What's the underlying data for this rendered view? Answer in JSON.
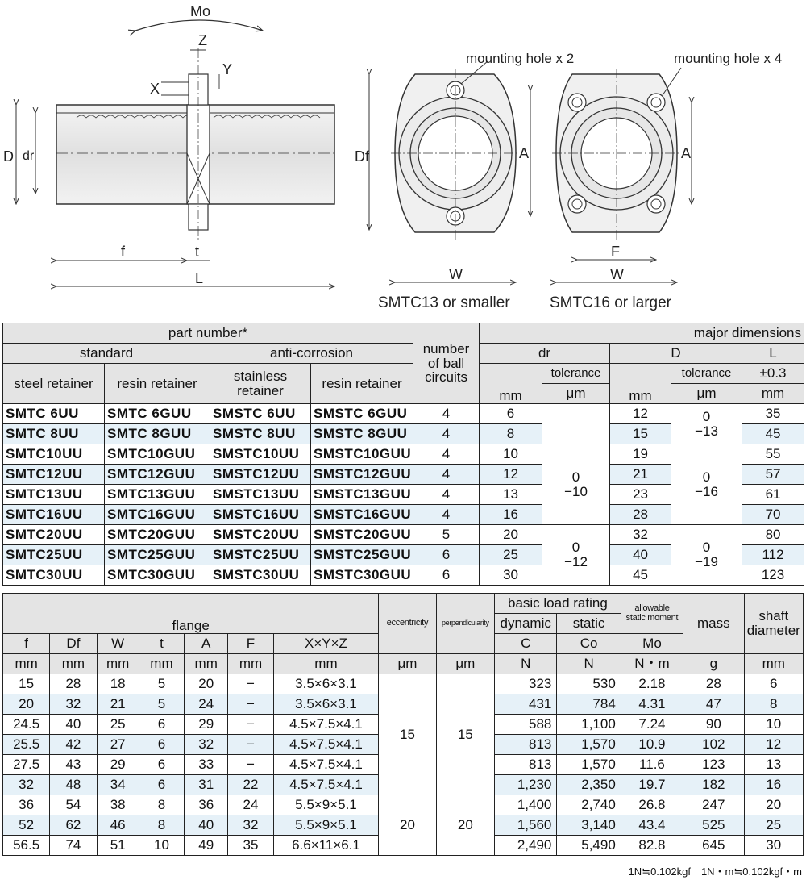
{
  "drawing": {
    "labels": {
      "mo": "Mo",
      "z": "Z",
      "x": "X",
      "y": "Y",
      "d": "D",
      "dr": "dr",
      "df": "Df",
      "f": "f",
      "t": "t",
      "l": "L",
      "a": "A",
      "w": "W",
      "f_flange": "F",
      "mounting_2": "mounting hole x 2",
      "mounting_4": "mounting  hole x 4",
      "caption_small": "SMTC13 or smaller",
      "caption_large": "SMTC16 or larger"
    }
  },
  "table1": {
    "headers": {
      "part_number": "part number*",
      "standard": "standard",
      "anti_corrosion": "anti-corrosion",
      "steel_retainer": "steel retainer",
      "resin_retainer": "resin retainer",
      "stainless_retainer_1": "stainless",
      "stainless_retainer_2": "retainer",
      "resin_retainer_2": "resin retainer",
      "ball_circuits_1": "number",
      "ball_circuits_2": "of ball",
      "ball_circuits_3": "circuits",
      "major_dimensions": "major dimensions",
      "dr": "dr",
      "d": "D",
      "l": "L",
      "tolerance": "tolerance",
      "l_tol": "±0.3",
      "mm": "mm",
      "um": "μm"
    },
    "rows": [
      {
        "steel": "SMTC 6UU",
        "resin": "SMTC 6GUU",
        "stainless": "SMSTC 6UU",
        "resin_ac": "SMSTC 6GUU",
        "circuits": "4",
        "dr": "6",
        "d": "12",
        "l": "35"
      },
      {
        "steel": "SMTC 8UU",
        "resin": "SMTC 8GUU",
        "stainless": "SMSTC 8UU",
        "resin_ac": "SMSTC 8GUU",
        "circuits": "4",
        "dr": "8",
        "d": "15",
        "l": "45"
      },
      {
        "steel": "SMTC10UU",
        "resin": "SMTC10GUU",
        "stainless": "SMSTC10UU",
        "resin_ac": "SMSTC10GUU",
        "circuits": "4",
        "dr": "10",
        "d": "19",
        "l": "55"
      },
      {
        "steel": "SMTC12UU",
        "resin": "SMTC12GUU",
        "stainless": "SMSTC12UU",
        "resin_ac": "SMSTC12GUU",
        "circuits": "4",
        "dr": "12",
        "d": "21",
        "l": "57"
      },
      {
        "steel": "SMTC13UU",
        "resin": "SMTC13GUU",
        "stainless": "SMSTC13UU",
        "resin_ac": "SMSTC13GUU",
        "circuits": "4",
        "dr": "13",
        "d": "23",
        "l": "61"
      },
      {
        "steel": "SMTC16UU",
        "resin": "SMTC16GUU",
        "stainless": "SMSTC16UU",
        "resin_ac": "SMSTC16GUU",
        "circuits": "4",
        "dr": "16",
        "d": "28",
        "l": "70"
      },
      {
        "steel": "SMTC20UU",
        "resin": "SMTC20GUU",
        "stainless": "SMSTC20UU",
        "resin_ac": "SMSTC20GUU",
        "circuits": "5",
        "dr": "20",
        "d": "32",
        "l": "80"
      },
      {
        "steel": "SMTC25UU",
        "resin": "SMTC25GUU",
        "stainless": "SMSTC25UU",
        "resin_ac": "SMSTC25GUU",
        "circuits": "6",
        "dr": "25",
        "d": "40",
        "l": "112"
      },
      {
        "steel": "SMTC30UU",
        "resin": "SMTC30GUU",
        "stainless": "SMSTC30UU",
        "resin_ac": "SMSTC30GUU",
        "circuits": "6",
        "dr": "30",
        "d": "45",
        "l": "123"
      }
    ],
    "dr_tol": [
      {
        "upper": "0",
        "lower": "−10"
      },
      {
        "upper": "0",
        "lower": "−12"
      }
    ],
    "d_tol": [
      {
        "upper": "0",
        "lower": "−13"
      },
      {
        "upper": "0",
        "lower": "−16"
      },
      {
        "upper": "0",
        "lower": "−19"
      }
    ]
  },
  "table2": {
    "headers": {
      "flange": "flange",
      "f": "f",
      "df": "Df",
      "w": "W",
      "t": "t",
      "a": "A",
      "f_cap": "F",
      "xyz": "X×Y×Z",
      "eccentricity": "eccentricity",
      "perpendicularity": "perpendicularity",
      "basic_load": "basic load rating",
      "dynamic": "dynamic",
      "static": "static",
      "c": "C",
      "co": "Co",
      "allowable_1": "allowable",
      "allowable_2": "static moment",
      "mo": "Mo",
      "mass": "mass",
      "shaft_1": "shaft",
      "shaft_2": "diameter",
      "mm": "mm",
      "um": "μm",
      "n": "N",
      "nm": "N・m",
      "g": "g"
    },
    "rows": [
      {
        "f": "15",
        "df": "28",
        "w": "18",
        "t": "5",
        "a": "20",
        "fl": "−",
        "xyz": "3.5×6×3.1",
        "c": "323",
        "co": "530",
        "mo": "2.18",
        "mass": "28",
        "shaft": "6"
      },
      {
        "f": "20",
        "df": "32",
        "w": "21",
        "t": "5",
        "a": "24",
        "fl": "−",
        "xyz": "3.5×6×3.1",
        "c": "431",
        "co": "784",
        "mo": "4.31",
        "mass": "47",
        "shaft": "8"
      },
      {
        "f": "24.5",
        "df": "40",
        "w": "25",
        "t": "6",
        "a": "29",
        "fl": "−",
        "xyz": "4.5×7.5×4.1",
        "c": "588",
        "co": "1,100",
        "mo": "7.24",
        "mass": "90",
        "shaft": "10"
      },
      {
        "f": "25.5",
        "df": "42",
        "w": "27",
        "t": "6",
        "a": "32",
        "fl": "−",
        "xyz": "4.5×7.5×4.1",
        "c": "813",
        "co": "1,570",
        "mo": "10.9",
        "mass": "102",
        "shaft": "12"
      },
      {
        "f": "27.5",
        "df": "43",
        "w": "29",
        "t": "6",
        "a": "33",
        "fl": "−",
        "xyz": "4.5×7.5×4.1",
        "c": "813",
        "co": "1,570",
        "mo": "11.6",
        "mass": "123",
        "shaft": "13"
      },
      {
        "f": "32",
        "df": "48",
        "w": "34",
        "t": "6",
        "a": "31",
        "fl": "22",
        "xyz": "4.5×7.5×4.1",
        "c": "1,230",
        "co": "2,350",
        "mo": "19.7",
        "mass": "182",
        "shaft": "16"
      },
      {
        "f": "36",
        "df": "54",
        "w": "38",
        "t": "8",
        "a": "36",
        "fl": "24",
        "xyz": "5.5×9×5.1",
        "c": "1,400",
        "co": "2,740",
        "mo": "26.8",
        "mass": "247",
        "shaft": "20"
      },
      {
        "f": "52",
        "df": "62",
        "w": "46",
        "t": "8",
        "a": "40",
        "fl": "32",
        "xyz": "5.5×9×5.1",
        "c": "1,560",
        "co": "3,140",
        "mo": "43.4",
        "mass": "525",
        "shaft": "25"
      },
      {
        "f": "56.5",
        "df": "74",
        "w": "51",
        "t": "10",
        "a": "49",
        "fl": "35",
        "xyz": "6.6×11×6.1",
        "c": "2,490",
        "co": "5,490",
        "mo": "82.8",
        "mass": "645",
        "shaft": "30"
      }
    ],
    "ecc_groups": [
      {
        "ecc": "15",
        "perp": "15"
      },
      {
        "ecc": "20",
        "perp": "20"
      }
    ]
  },
  "footnote": "1N≒0.102kgf　1N・m≒0.102kgf・m"
}
